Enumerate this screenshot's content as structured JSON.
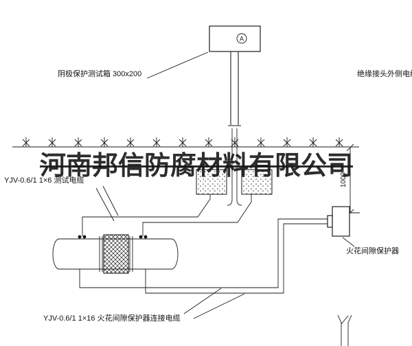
{
  "watermark": {
    "text": "河南邦信防腐材料有限公司"
  },
  "labels": {
    "test_box": "阴极保护测试箱 300x200",
    "insulated_joint_cable": "绝缘接头外侧电缆",
    "test_cable": "YJV-0.6/1  1×6   测试电缆",
    "spark_gap_protector": "火花间隙保护器",
    "spark_gap_cable": "YJV-0.6/1  1×16   火花间隙保护器连接电缆",
    "meter": "A",
    "dimension": "1000"
  },
  "colors": {
    "line": "#1a1a1a",
    "watermark": "#161616",
    "background": "#ffffff"
  }
}
